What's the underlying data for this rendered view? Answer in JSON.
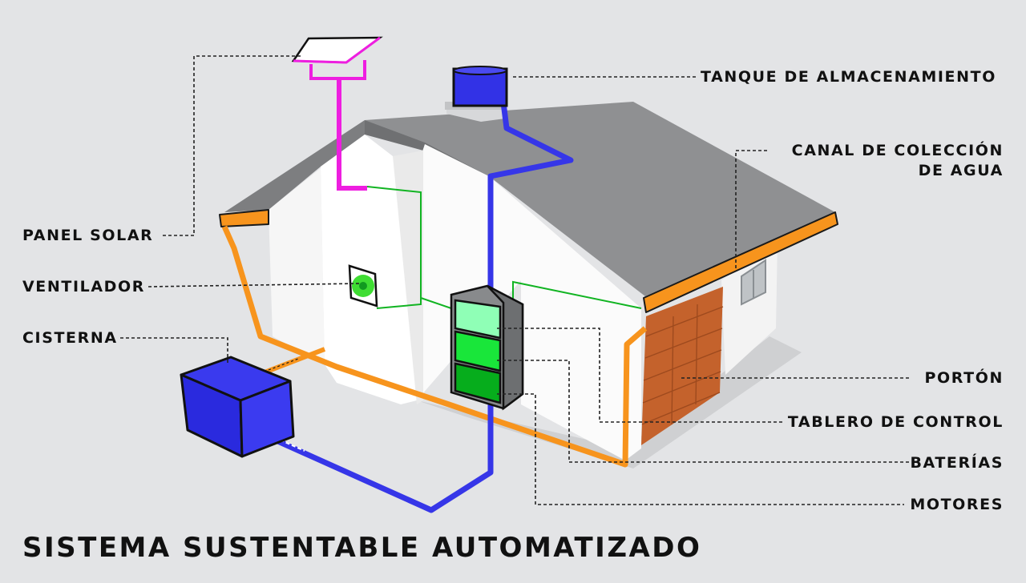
{
  "title": "SISTEMA SUSTENTABLE AUTOMATIZADO",
  "labels": {
    "panel_solar": "PANEL SOLAR",
    "ventilador": "VENTILADOR",
    "cisterna": "CISTERNA",
    "tanque": "TANQUE DE ALMACENAMIENTO",
    "canal_line1": "CANAL DE COLECCIÓN",
    "canal_line2": "DE AGUA",
    "porton": "PORTÓN",
    "tablero": "TABLERO DE CONTROL",
    "baterias": "BATERÍAS",
    "motores": "MOTORES"
  },
  "colors": {
    "background": "#e3e4e6",
    "roof": "#8f9092",
    "wall": "#fbfbfb",
    "gutter": "#f7941d",
    "water_pipe": "#3636e8",
    "solar_pipe": "#ee1ee0",
    "wire": "#11b422",
    "gate": "#c4622c",
    "battery_light": "#8fffb6",
    "battery_mid": "#19e63a",
    "battery_dark": "#06ad1c"
  }
}
